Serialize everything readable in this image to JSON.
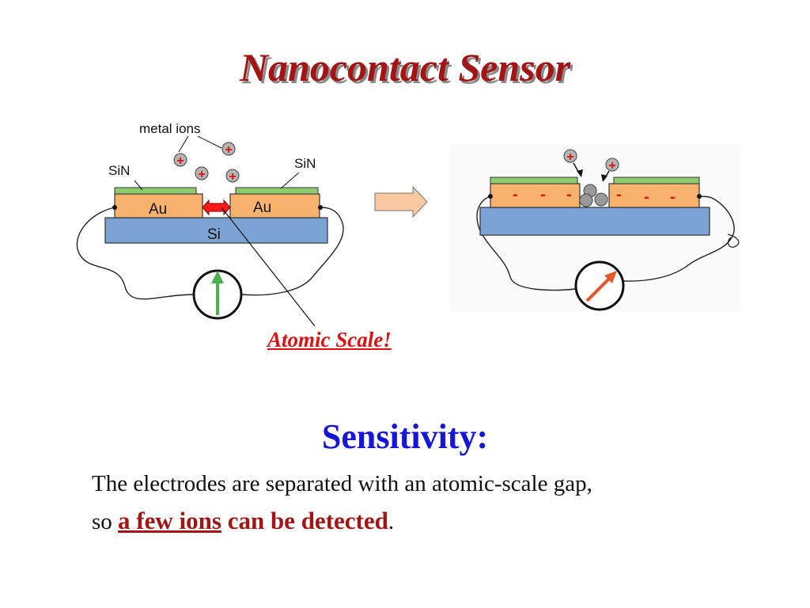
{
  "slide": {
    "title": "Nanocontact Sensor",
    "annotation": "Atomic Scale!",
    "heading": "Sensitivity:",
    "line1": "The electrodes are separated with an atomic-scale gap,",
    "line2_prefix": "so ",
    "line2_highlight": "a few ions",
    "line2_rest": " can be detected",
    "line2_end": "."
  },
  "left_diagram": {
    "label_metal_ions": "metal ions",
    "label_sin_left": "SiN",
    "label_sin_right": "SiN",
    "label_au_left": "Au",
    "label_au_right": "Au",
    "label_si": "Si",
    "ion_symbol": "+"
  },
  "right_diagram": {
    "ion_symbol": "+",
    "charge_symbol": "-"
  },
  "colors": {
    "title": "#a31515",
    "heading": "#1616d8",
    "highlight": "#a31515",
    "annotation": "#e01010",
    "gold": "#f7b26e",
    "silicon": "#7ba3d3",
    "sin": "#8ccc6e",
    "meter_needle_left": "#4caf50",
    "meter_needle_right": "#e8552a"
  }
}
